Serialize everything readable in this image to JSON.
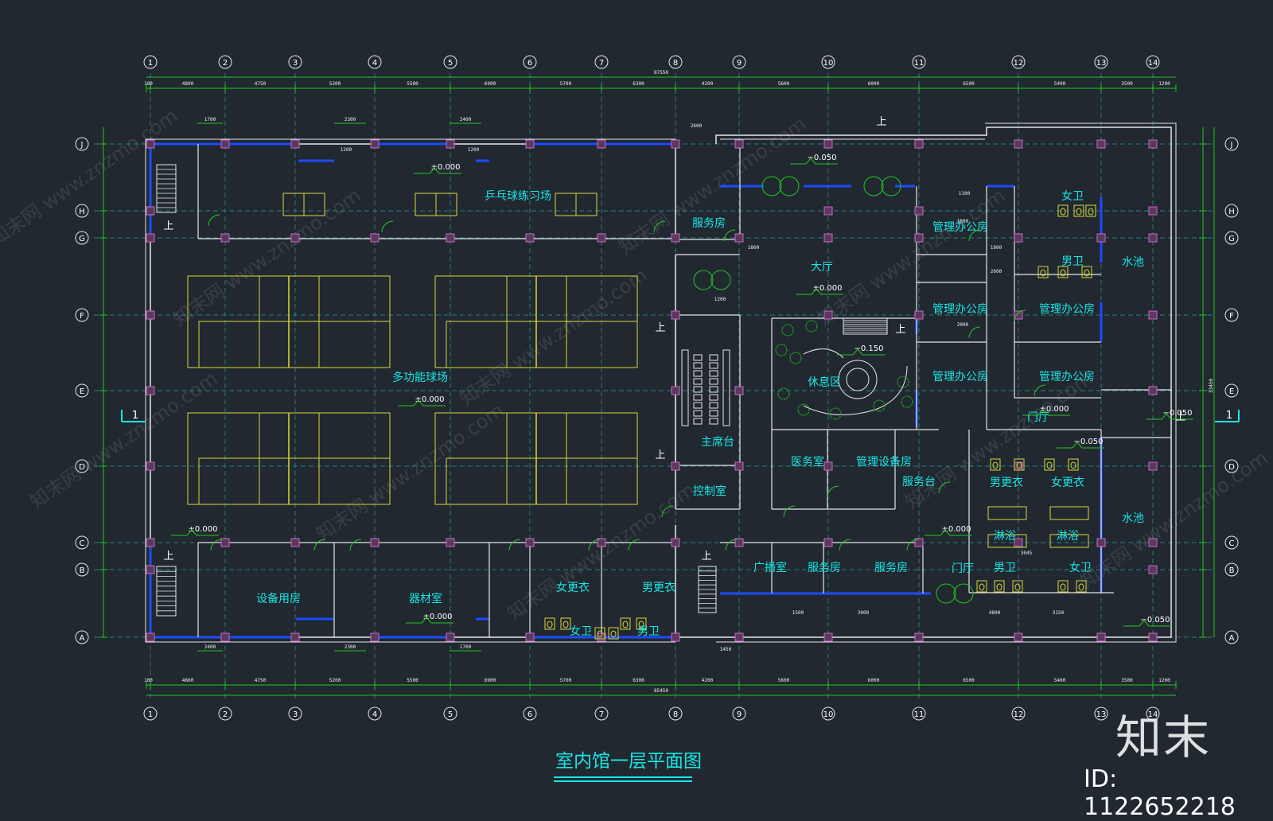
{
  "drawing_title": "室内馆一层平面图",
  "axes": {
    "columns": [
      "1",
      "2",
      "3",
      "4",
      "5",
      "6",
      "7",
      "8",
      "9",
      "10",
      "11",
      "12",
      "13",
      "14"
    ],
    "rows": [
      "J",
      "H",
      "G",
      "F",
      "E",
      "D",
      "C",
      "B",
      "A"
    ]
  },
  "dimensions": {
    "top_segments": [
      "100",
      "4800",
      "4750",
      "5200",
      "5500",
      "6900",
      "5700",
      "6300",
      "4200",
      "5600",
      "6000",
      "6500",
      "5400",
      "3500",
      "1200"
    ],
    "bottom_segments": [
      "100",
      "4800",
      "4750",
      "5200",
      "5500",
      "6900",
      "5700",
      "6300",
      "4200",
      "5600",
      "6000",
      "6500",
      "5400",
      "3500",
      "1200"
    ],
    "top_total": "87550",
    "bottom_total": "85450",
    "right_total": "33450",
    "window_widths": [
      "1700",
      "2300",
      "2400",
      "2400",
      "2300",
      "1700"
    ],
    "misc": [
      "2600",
      "1200",
      "1200",
      "1200",
      "1800",
      "1800",
      "2600",
      "1450",
      "1500",
      "3000",
      "4800",
      "3150",
      "3045",
      "1100",
      "1800",
      "2000"
    ]
  },
  "rooms": {
    "pingpong": "乒乓球练习场",
    "multi_court": "多功能球场",
    "service1": "服务房",
    "hall": "大厅",
    "mgmt_office": "管理办公房",
    "female_wc": "女卫",
    "male_wc": "男卫",
    "pool": "水池",
    "lounge": "休息区",
    "podium": "主席台",
    "control": "控制室",
    "medical": "医务室",
    "mgmt_equipment": "管理设备房",
    "service_desk": "服务台",
    "male_change": "男更衣",
    "female_change": "女更衣",
    "shower": "淋浴",
    "entrance": "门厅",
    "broadcast": "广播室",
    "service_room": "服务房",
    "equipment": "设备用房",
    "apparatus": "器材室"
  },
  "levels": {
    "zero": "±0.000",
    "minus_050": "−0.050",
    "minus_150": "−0.150"
  },
  "stair_up": "上",
  "section_mark": "1",
  "watermark": "知末网 www.znzmo.com",
  "brand": "知末",
  "site_id": "ID: 1122652218"
}
